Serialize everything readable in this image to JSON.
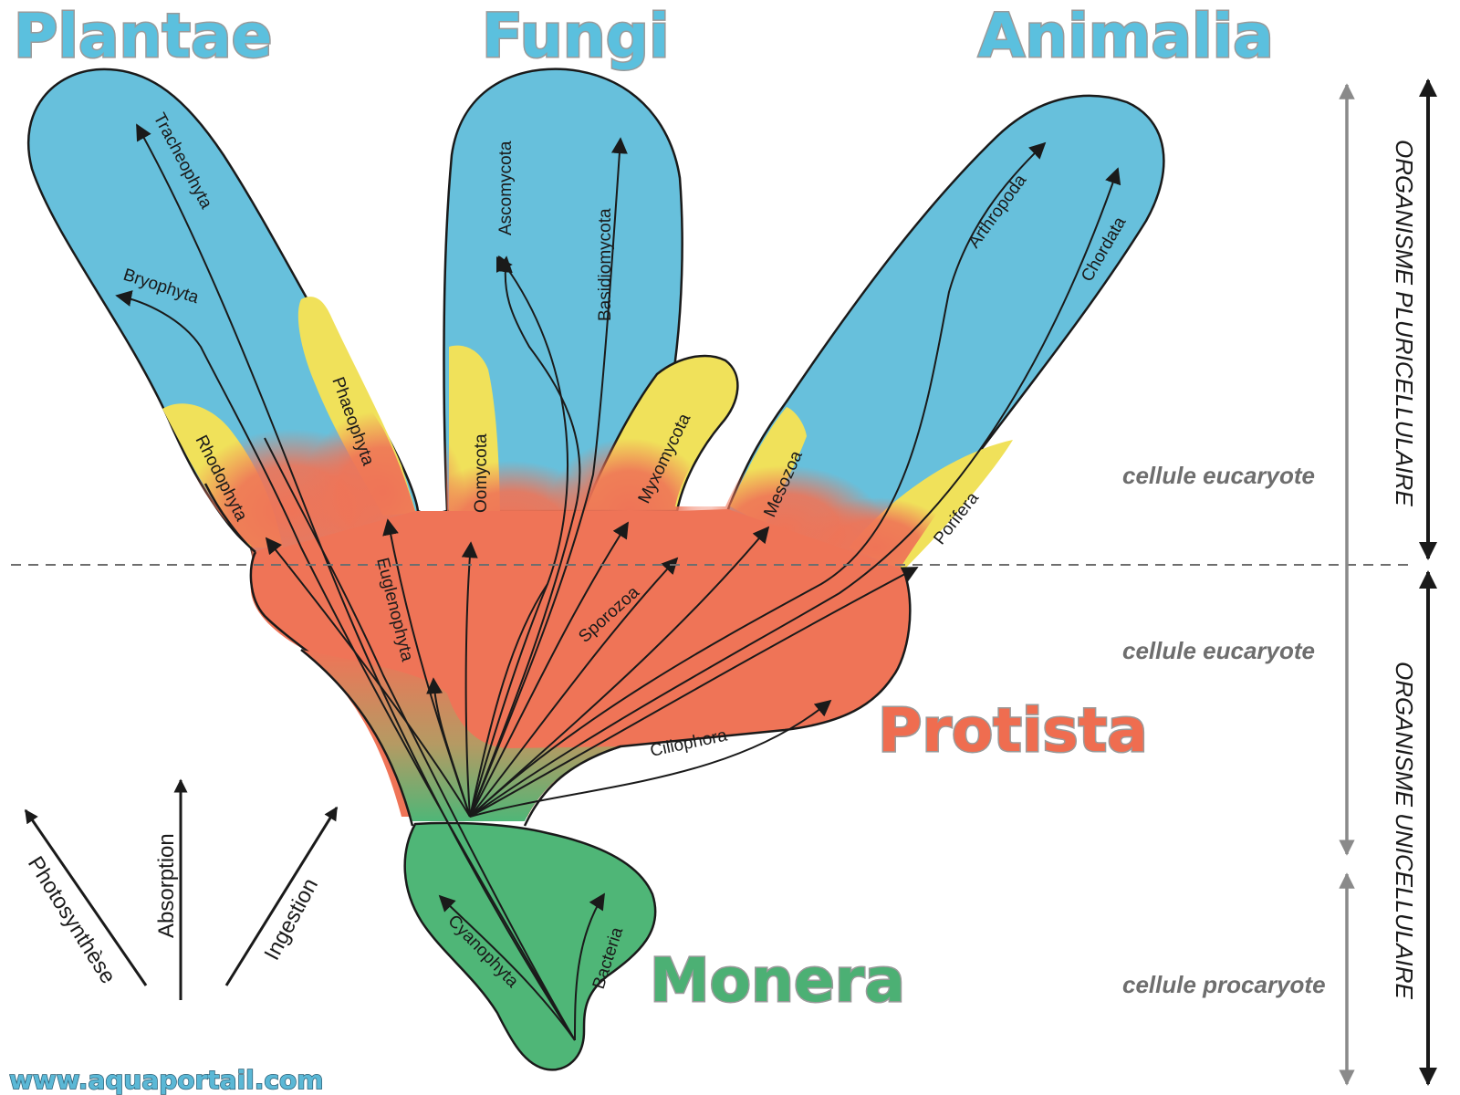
{
  "kingdoms": {
    "plantae": "Plantae",
    "fungi": "Fungi",
    "animalia": "Animalia",
    "protista": "Protista",
    "monera": "Monera"
  },
  "taxa": {
    "tracheophyta": "Tracheophyta",
    "bryophyta": "Bryophyta",
    "rhodophyta": "Rhodophyta",
    "phaeophyta": "Phaeophyta",
    "euglenophyta": "Euglenophyta",
    "ascomycota": "Ascomycota",
    "basidiomycota": "Basidiomycota",
    "oomycota": "Oomycota",
    "myxomycota": "Myxomycota",
    "sporozoa": "Sporozoa",
    "mesozoa": "Mesozoa",
    "arthropoda": "Arthropoda",
    "chordata": "Chordata",
    "porifera": "Porifera",
    "ciliophora": "Ciliophora",
    "cyanophyta": "Cyanophyta",
    "bacteria": "Bacteria"
  },
  "nutrition_modes": {
    "photosynthese": "Photosynthèse",
    "absorption": "Absorption",
    "ingestion": "Ingestion"
  },
  "cell_types": {
    "eucaryote_upper": "cellule eucaryote",
    "eucaryote_lower": "cellule eucaryote",
    "procaryote": "cellule procaryote"
  },
  "organism_types": {
    "pluricellulaire": "ORGANISME PLURICELLULAIRE",
    "unicellulaire": "ORGANISME UNICELLULAIRE"
  },
  "watermark": "www.aquaportail.com",
  "colors": {
    "animal_blue": "#67c0dc",
    "transition_yellow": "#f0e15a",
    "protist_red": "#ef7457",
    "monera_green": "#4fb677",
    "kingdom_blue": "#5bc0de",
    "protista_label": "#ef6d50",
    "monera_label": "#4cb074"
  }
}
